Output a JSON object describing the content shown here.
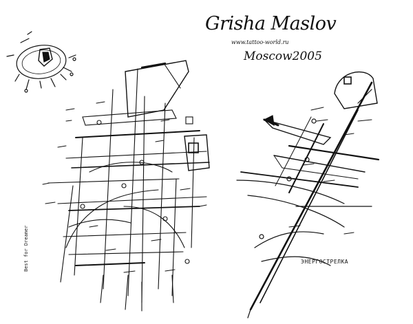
{
  "signature": {
    "artist": "Grisha Maslov",
    "website": "www.tattoo-world.ru",
    "place_year": "Moscow2005"
  },
  "captions": {
    "right_drawing": "ЭНЕРГОСТРЕЛКА",
    "left_drawing": "Best for Dreamer"
  },
  "colors": {
    "ink": "#111111",
    "paper": "#ffffff"
  }
}
